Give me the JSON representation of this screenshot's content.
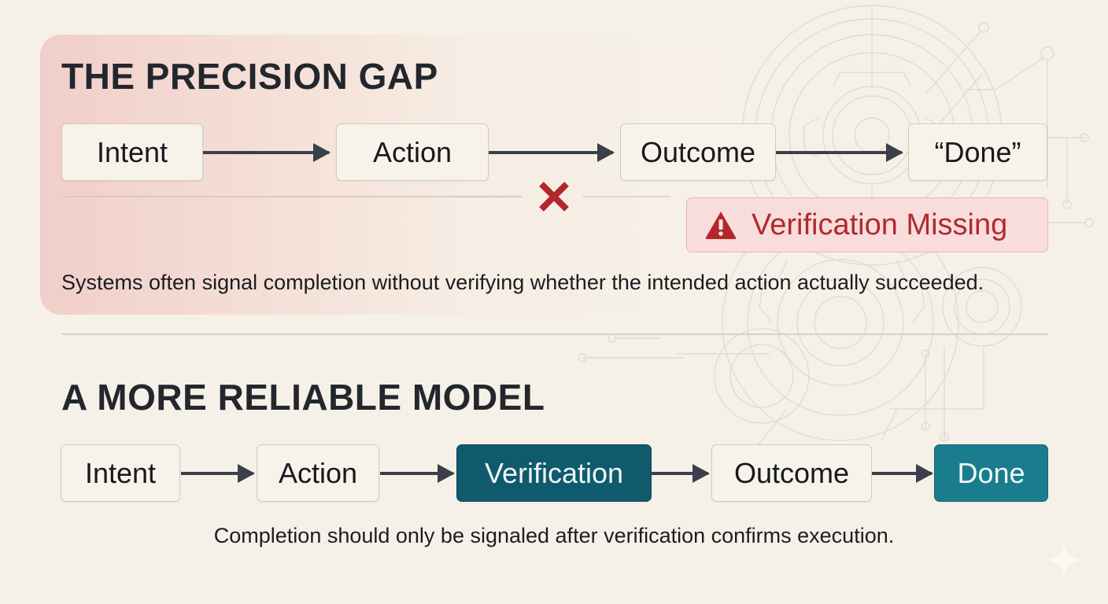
{
  "precision_gap": {
    "title": "THE PRECISION GAP",
    "flow": [
      {
        "label": "Intent"
      },
      {
        "label": "Action"
      },
      {
        "label": "Outcome"
      },
      {
        "label": "“Done”"
      }
    ],
    "broken_link_icon": "x-mark-icon",
    "warning": {
      "icon": "warning-triangle-icon",
      "label": "Verification Missing"
    },
    "caption": "Systems often signal completion without verifying whether the intended action actually succeeded."
  },
  "reliable_model": {
    "title": "A MORE RELIABLE MODEL",
    "flow": [
      {
        "label": "Intent",
        "style": "plain"
      },
      {
        "label": "Action",
        "style": "plain"
      },
      {
        "label": "Verification",
        "style": "highlight-dark"
      },
      {
        "label": "Outcome",
        "style": "plain"
      },
      {
        "label": "Done",
        "style": "highlight-teal"
      }
    ],
    "caption": "Completion should only be signaled after verification confirms execution."
  },
  "colors": {
    "background": "#f6f1e8",
    "gap_panel": "#f0c8c4",
    "warning_text": "#b02a2e",
    "warning_bg": "#f9dcdc",
    "verification": "#0f5a6c",
    "done": "#1a7d8e",
    "arrow": "#3a4049"
  }
}
